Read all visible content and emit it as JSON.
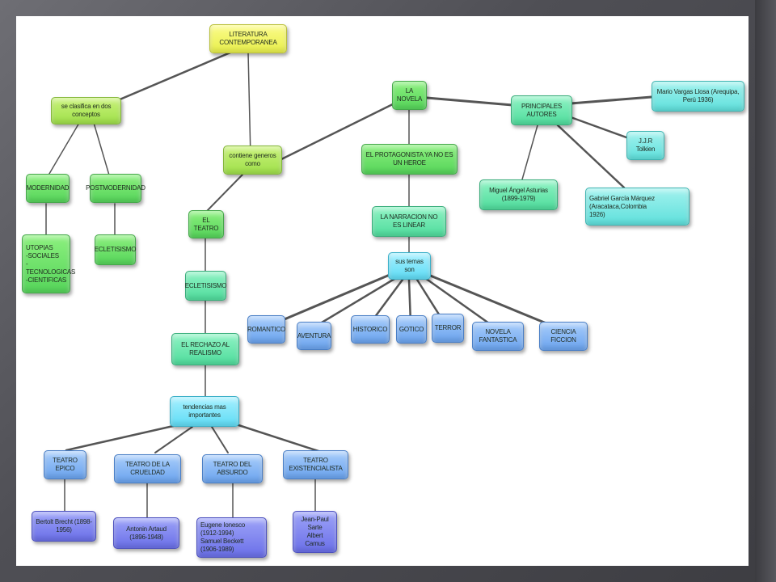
{
  "nodes": {
    "literatura": "LITERATURA CONTEMPORANEA",
    "clasifica": "se clasifica en dos conceptos",
    "modernidad": "MODERNIDAD",
    "postmodernidad": "POSTMODERNIDAD",
    "utopias": "UTOPIAS\n-SOCIALES\n-TECNOLOGICAS\n-CIENTIFICAS",
    "ecletisismo_post": "ECLETISISMO",
    "contiene": "contiene generos como",
    "teatro": "EL TEATRO",
    "ecletisismo_teatro": "ECLETISISMO",
    "rechazo": "EL RECHAZO AL REALISMO",
    "tendencias": "tendencias mas importantes",
    "teatro_epico": "TEATRO EPICO",
    "teatro_crueldad": "TEATRO DE LA CRUELDAD",
    "teatro_absurdo": "TEATRO DEL ABSURDO",
    "teatro_existencialista": "TEATRO EXISTENCIALISTA",
    "brecht": "Bertolt Brecht (1898-1956)",
    "artaud": "Antonin Artaud (1896-1948)",
    "ionesco_beckett": "Eugene Ionesco (1912-1994)\nSamuel Beckett (1906-1989)",
    "sartre_camus": "Jean-Paul Sarte\nAlbert Camus",
    "novela": "LA NOVELA",
    "protagonista": "EL PROTAGONISTA YA NO ES UN HEROE",
    "narracion": "LA NARRACION NO ES LINEAR",
    "temas": "sus temas son",
    "romantico": "ROMANTICO",
    "aventura": "AVENTURA",
    "historico": "HISTORICO",
    "gotico": "GOTICO",
    "terror": "TERROR",
    "novela_fantastica": "NOVELA FANTASTICA",
    "ciencia_ficcion": "CIENCIA FICCION",
    "autores": "PRINCIPALES AUTORES",
    "vargas_llosa": "Mario Vargas Llosa (Arequipa, Perú 1936)",
    "tolkien": "J.J.R Tolkien",
    "asturias": "Miguel Ángel Asturias (1899-1979)",
    "garcia_marquez": "Gabriel García Márquez (Aracataca,Colombia\n1926)"
  },
  "colors": {
    "slide_background": "#4f4f55",
    "canvas": "#ffffff",
    "connector": "#555555"
  }
}
